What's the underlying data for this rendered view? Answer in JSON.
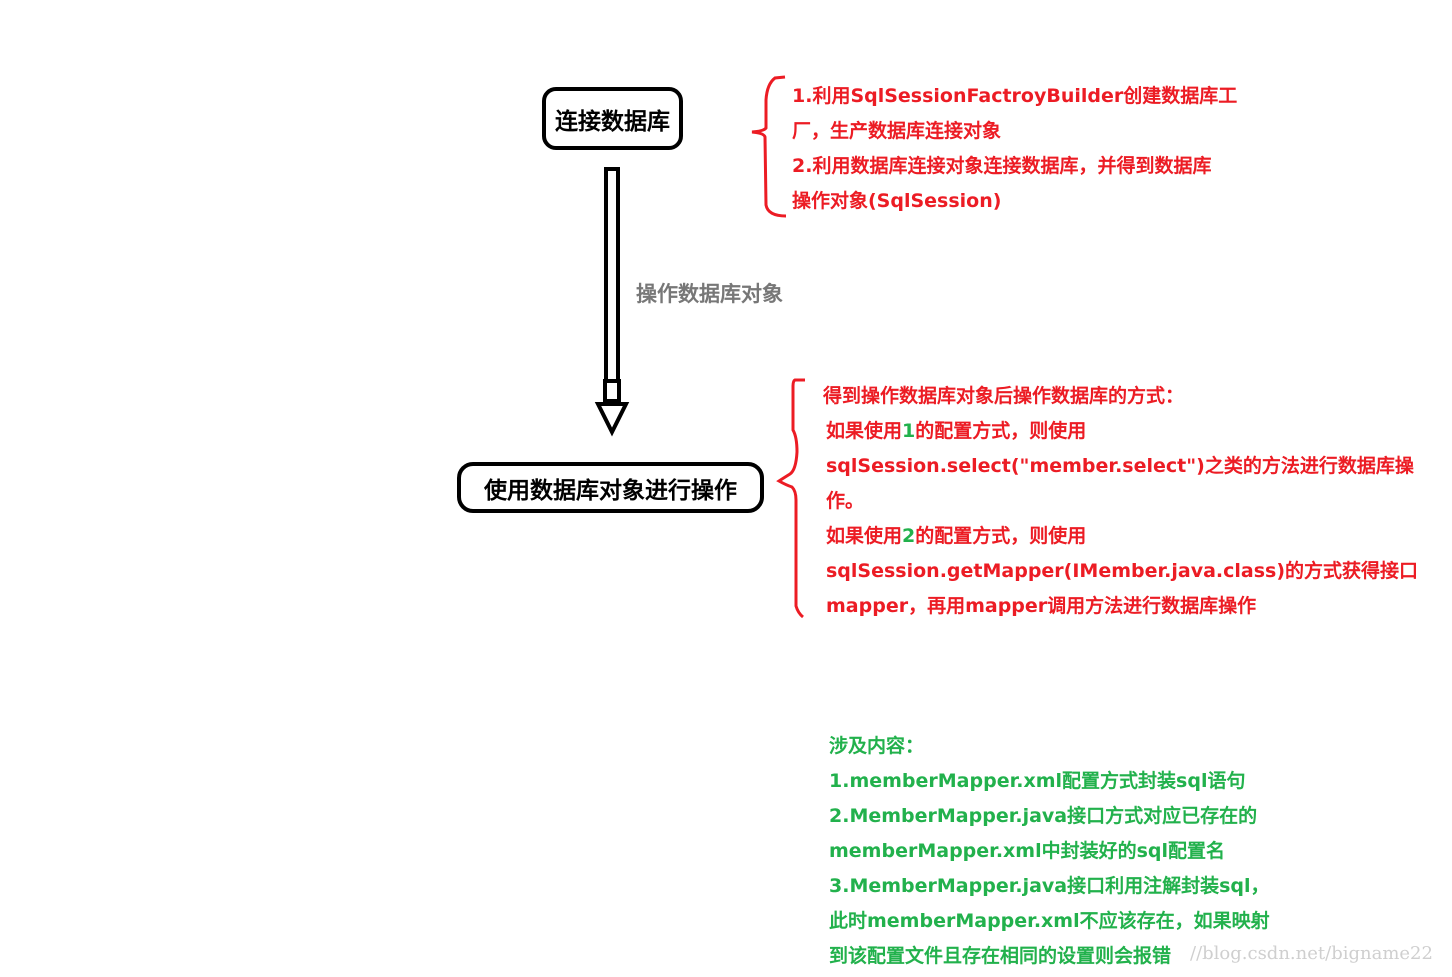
{
  "diagram": {
    "nodes": [
      {
        "id": "connect",
        "label": "连接数据库"
      },
      {
        "id": "operate",
        "label": "使用数据库对象进行操作"
      }
    ],
    "edge": {
      "from": "connect",
      "to": "operate",
      "label": "操作数据库对象"
    }
  },
  "notes": {
    "connect_note": {
      "color": "#ec1c24",
      "lines": [
        "1.利用SqlSessionFactroyBuilder创建数据库工",
        "厂，生产数据库连接对象",
        "2.利用数据库连接对象连接数据库，并得到数据库",
        "操作对象(SqlSession)"
      ]
    },
    "operate_note": {
      "color": "#ec1c24",
      "highlight_color": "#22b14c",
      "title": "得到操作数据库对象后操作数据库的方式：",
      "option1_prefix": "如果使用",
      "option1_number": "1",
      "option1_suffix": "的配置方式，则使用",
      "option1_line2": "sqlSession.select(\"member.select\")之类的方法进行数据库操",
      "option1_line3": "作。",
      "option2_prefix": "如果使用",
      "option2_number": "2",
      "option2_suffix": "的配置方式，则使用",
      "option2_line2": "sqlSession.getMapper(IMember.java.class)的方式获得接口",
      "option2_line3": "mapper，再用mapper调用方法进行数据库操作"
    },
    "scope_note": {
      "color": "#22b14c",
      "lines": [
        "涉及内容：",
        "1.memberMapper.xml配置方式封装sql语句",
        "2.MemberMapper.java接口方式对应已存在的",
        "memberMapper.xml中封装好的sql配置名",
        "3.MemberMapper.java接口利用注解封装sql，",
        "此时memberMapper.xml不应该存在，如果映射",
        "到该配置文件且存在相同的设置则会报错"
      ]
    }
  },
  "watermark": "//blog.csdn.net/bigname22"
}
